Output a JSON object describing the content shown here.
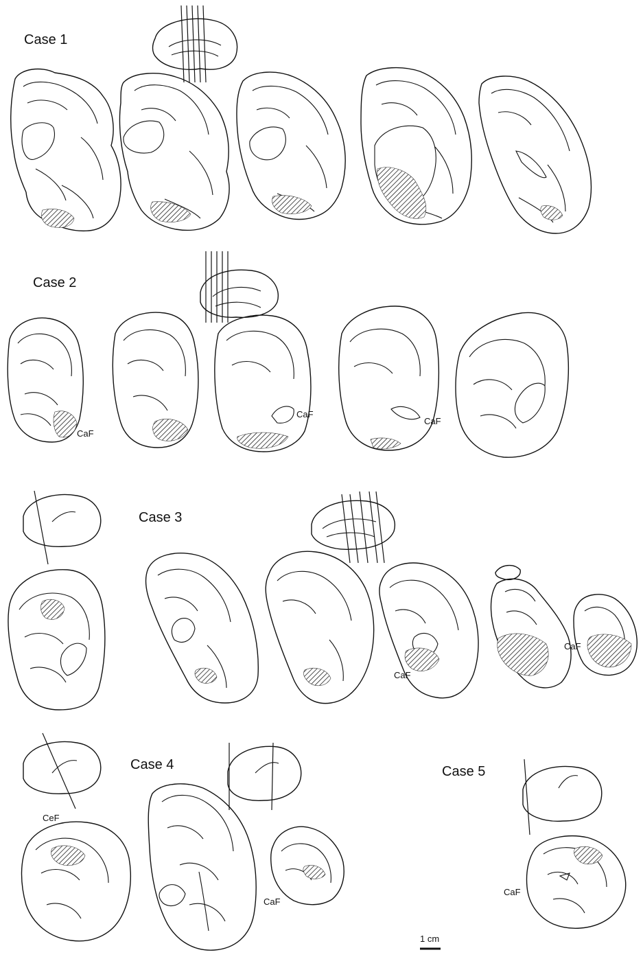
{
  "figure": {
    "cases": [
      {
        "label": "Case 1"
      },
      {
        "label": "Case 2"
      },
      {
        "label": "Case 3"
      },
      {
        "label": "Case 4"
      },
      {
        "label": "Case 5"
      }
    ],
    "annotations": {
      "calcarine_fissure": "CaF",
      "central_fissure": "CeF"
    },
    "scale_bar": {
      "label": "1 cm"
    }
  }
}
